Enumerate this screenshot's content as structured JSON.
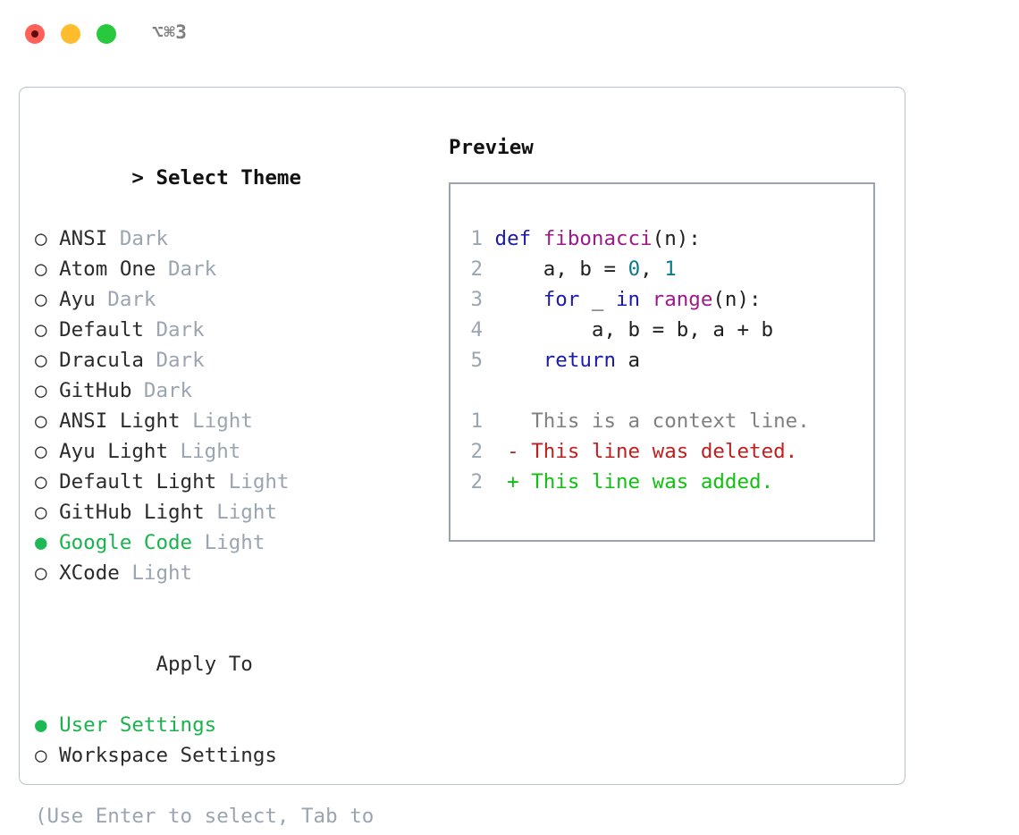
{
  "titlebar": {
    "shortcut": "⌥⌘3",
    "buttons": {
      "close": "close-window",
      "minimize": "minimize-window",
      "maximize": "maximize-window"
    }
  },
  "theme_picker": {
    "heading_marker": "> ",
    "heading": "Select Theme",
    "markers": {
      "selected": "● ",
      "unselected": "○ ",
      "none": "  "
    },
    "items": [
      {
        "marker": "unselected",
        "name": "ANSI",
        "suffix": " Dark",
        "selected": false
      },
      {
        "marker": "unselected",
        "name": "Atom One",
        "suffix": " Dark",
        "selected": false
      },
      {
        "marker": "unselected",
        "name": "Ayu",
        "suffix": " Dark",
        "selected": false
      },
      {
        "marker": "unselected",
        "name": "Default",
        "suffix": " Dark",
        "selected": false
      },
      {
        "marker": "unselected",
        "name": "Dracula",
        "suffix": " Dark",
        "selected": false
      },
      {
        "marker": "unselected",
        "name": "GitHub",
        "suffix": " Dark",
        "selected": false
      },
      {
        "marker": "unselected",
        "name": "ANSI Light",
        "suffix": " Light",
        "selected": false
      },
      {
        "marker": "unselected",
        "name": "Ayu Light",
        "suffix": " Light",
        "selected": false
      },
      {
        "marker": "unselected",
        "name": "Default Light",
        "suffix": " Light",
        "selected": false
      },
      {
        "marker": "unselected",
        "name": "GitHub Light",
        "suffix": " Light",
        "selected": false
      },
      {
        "marker": "selected",
        "name": "Google Code",
        "suffix": " Light",
        "selected": true
      },
      {
        "marker": "unselected",
        "name": "XCode",
        "suffix": " Light",
        "selected": false
      }
    ]
  },
  "apply_to": {
    "heading": "Apply To",
    "items": [
      {
        "marker": "selected",
        "name": "User Settings",
        "selected": true
      },
      {
        "marker": "unselected",
        "name": "Workspace Settings",
        "selected": false
      }
    ]
  },
  "hint": "(Use Enter to select, Tab to change focus)",
  "preview": {
    "title": "Preview",
    "code": [
      {
        "num": "1",
        "tokens": [
          {
            "t": "def",
            "c": "kw"
          },
          {
            "t": " ",
            "c": "plain"
          },
          {
            "t": "fibonacci",
            "c": "fn"
          },
          {
            "t": "(n):",
            "c": "plain"
          }
        ]
      },
      {
        "num": "2",
        "tokens": [
          {
            "t": "    a, b = ",
            "c": "plain"
          },
          {
            "t": "0",
            "c": "num"
          },
          {
            "t": ", ",
            "c": "plain"
          },
          {
            "t": "1",
            "c": "num"
          }
        ]
      },
      {
        "num": "3",
        "tokens": [
          {
            "t": "    ",
            "c": "plain"
          },
          {
            "t": "for",
            "c": "kw"
          },
          {
            "t": " _ ",
            "c": "plain"
          },
          {
            "t": "in",
            "c": "kw"
          },
          {
            "t": " ",
            "c": "plain"
          },
          {
            "t": "range",
            "c": "fn"
          },
          {
            "t": "(n):",
            "c": "plain"
          }
        ]
      },
      {
        "num": "4",
        "tokens": [
          {
            "t": "        a, b = b, a + b",
            "c": "plain"
          }
        ]
      },
      {
        "num": "5",
        "tokens": [
          {
            "t": "    ",
            "c": "plain"
          },
          {
            "t": "return",
            "c": "kw"
          },
          {
            "t": " a",
            "c": "plain"
          }
        ]
      }
    ],
    "diff": [
      {
        "num": "1",
        "prefix": "  ",
        "text": "This is a context line.",
        "kind": "ctx"
      },
      {
        "num": "2",
        "prefix": "- ",
        "text": "This line was deleted.",
        "kind": "del"
      },
      {
        "num": "2",
        "prefix": "+ ",
        "text": "This line was added.",
        "kind": "add"
      }
    ]
  },
  "colors": {
    "selected_green": "#19b44c",
    "muted_gray": "#9aa5b1",
    "keyword_blue": "#1a1aad",
    "function_magenta": "#9c1a8c",
    "number_teal": "#0c7a8c",
    "diff_deleted_red": "#c01f1f",
    "diff_added_green": "#11c111",
    "panel_border": "#b9c1cc",
    "traffic_red": "#ff6058",
    "traffic_yellow": "#ffbd2e",
    "traffic_green": "#28c93f"
  }
}
